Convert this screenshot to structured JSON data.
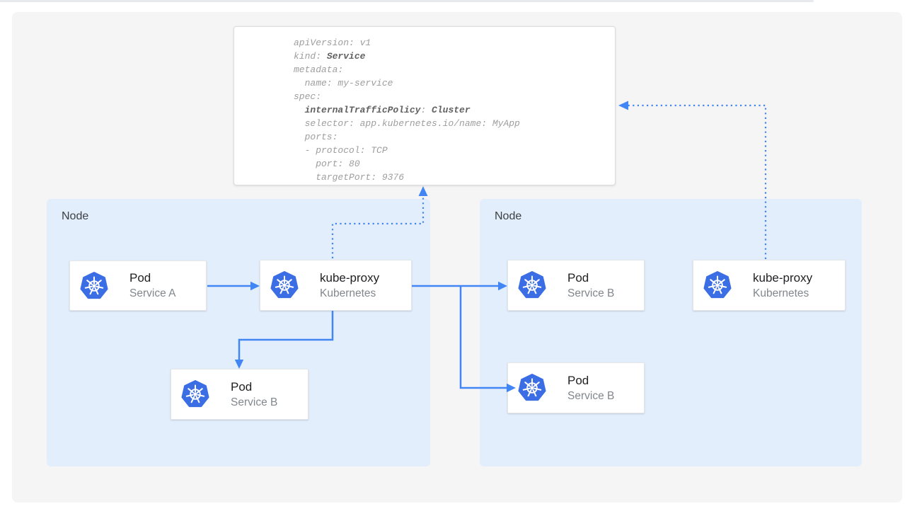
{
  "colors": {
    "arrow": "#4285f4",
    "dotted": "#4285f4",
    "k8s_logo": "#3b6de4",
    "node_bg": "#e2eefb",
    "code_normal": "#9e9e9e",
    "code_bold": "#616161"
  },
  "yaml_card": {
    "lines": [
      [
        {
          "t": "apiVersion: v1"
        }
      ],
      [
        {
          "t": "kind: "
        },
        {
          "t": "Service",
          "b": true
        }
      ],
      [
        {
          "t": "metadata:"
        }
      ],
      [
        {
          "t": "  name: my-service"
        }
      ],
      [
        {
          "t": "spec:"
        }
      ],
      [
        {
          "t": "  "
        },
        {
          "t": "internalTrafficPolicy",
          "b": true
        },
        {
          "t": ": "
        },
        {
          "t": "Cluster",
          "b": true
        }
      ],
      [
        {
          "t": "  selector: app.kubernetes.io/name: MyApp"
        }
      ],
      [
        {
          "t": "  ports:"
        }
      ],
      [
        {
          "t": "  - protocol: TCP"
        }
      ],
      [
        {
          "t": "    port: 80"
        }
      ],
      [
        {
          "t": "    targetPort: 9376"
        }
      ]
    ]
  },
  "nodes": {
    "left": {
      "label": "Node"
    },
    "right": {
      "label": "Node"
    }
  },
  "cards": {
    "pod_service_a": {
      "title": "Pod",
      "subtitle": "Service A"
    },
    "kube_proxy_left": {
      "title": "kube-proxy",
      "subtitle": "Kubernetes"
    },
    "pod_service_b_left": {
      "title": "Pod",
      "subtitle": "Service B"
    },
    "pod_service_b_right_top": {
      "title": "Pod",
      "subtitle": "Service B"
    },
    "pod_service_b_right_bottom": {
      "title": "Pod",
      "subtitle": "Service B"
    },
    "kube_proxy_right": {
      "title": "kube-proxy",
      "subtitle": "Kubernetes"
    }
  }
}
